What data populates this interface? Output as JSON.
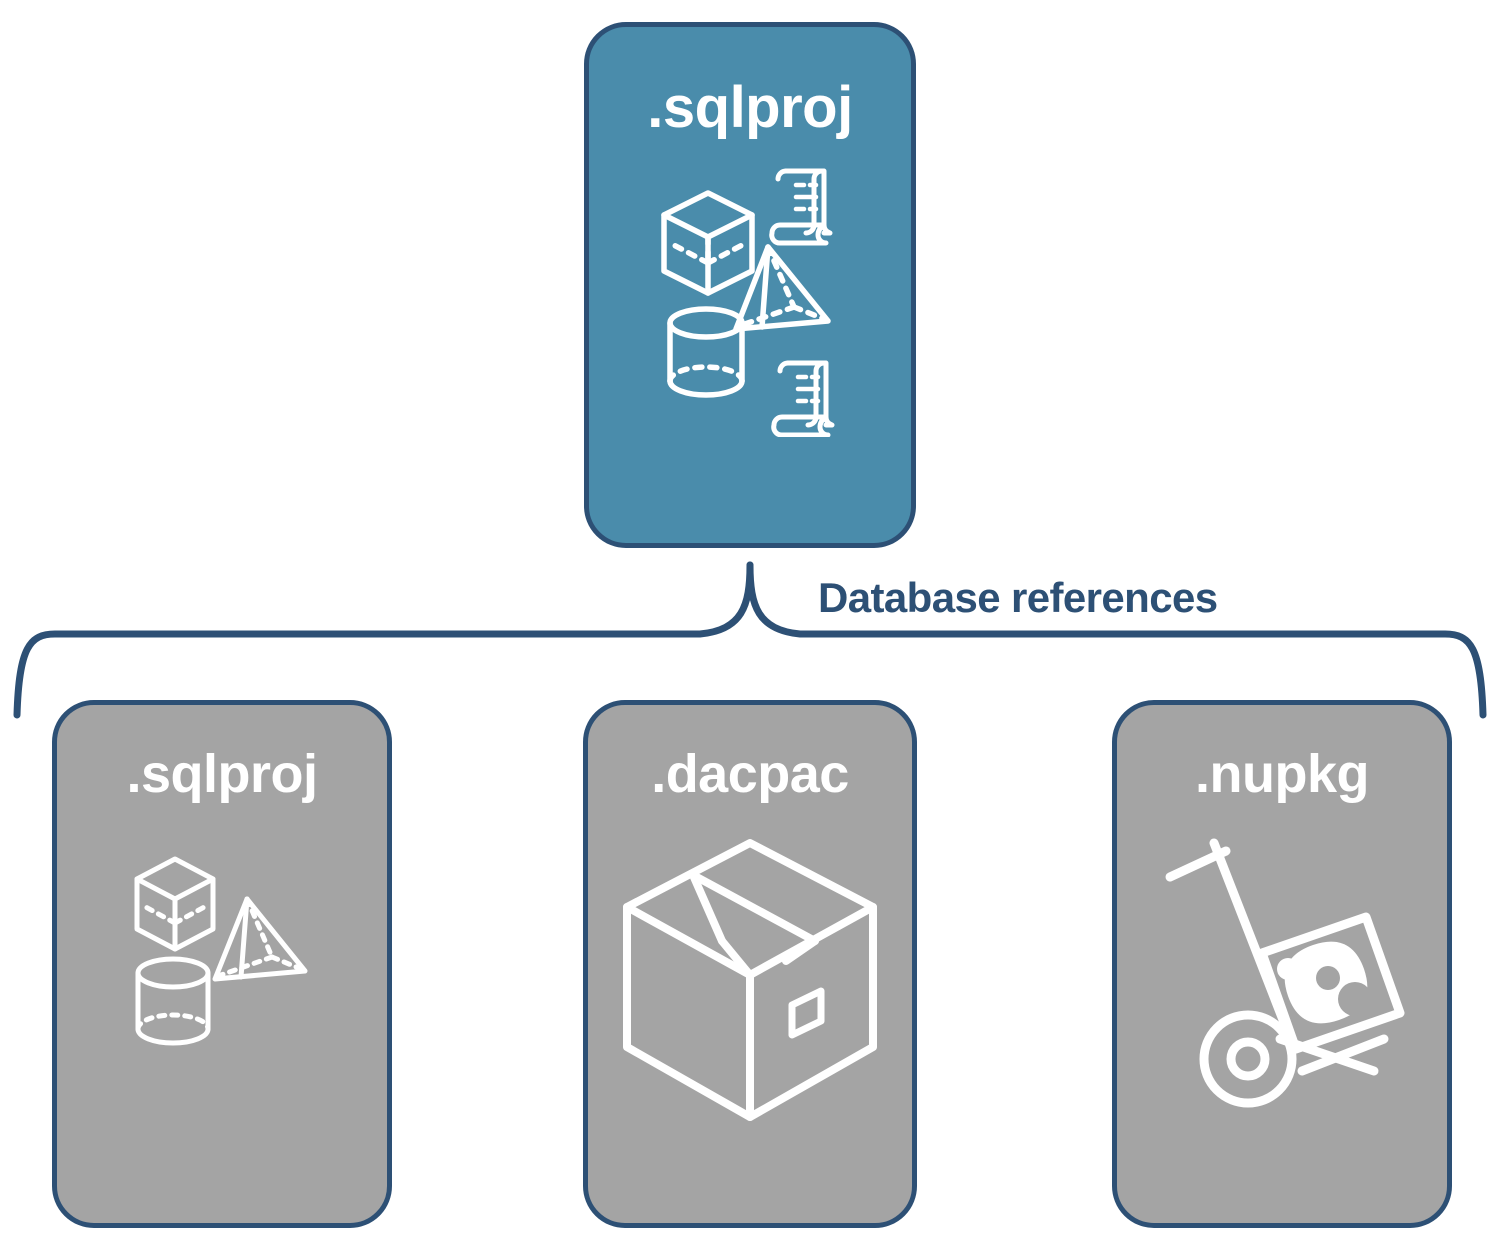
{
  "diagram": {
    "title_text": "Database references",
    "background": "#ffffff",
    "accent_blue": "#4A8CAB",
    "outline_navy": "#2d5075",
    "gray_fill": "#A4A4A4",
    "icon_stroke": "#ffffff"
  },
  "source_node": {
    "label": ".sqlproj",
    "fill": "#4A8CAB",
    "icons": [
      "cube-wireframe-icon",
      "scroll-script-icon",
      "pyramid-wireframe-icon",
      "cylinder-wireframe-icon",
      "scroll-script-icon"
    ]
  },
  "connector": {
    "label": "Database references",
    "color": "#2d5075",
    "style": "curly-brace"
  },
  "reference_nodes": [
    {
      "label": ".sqlproj",
      "fill": "#A4A4A4",
      "icons": [
        "cube-wireframe-icon",
        "pyramid-wireframe-icon",
        "cylinder-wireframe-icon"
      ]
    },
    {
      "label": ".dacpac",
      "fill": "#A4A4A4",
      "icons": [
        "shipping-box-icon"
      ]
    },
    {
      "label": ".nupkg",
      "fill": "#A4A4A4",
      "icons": [
        "hand-truck-icon",
        "package-box-icon"
      ]
    }
  ]
}
